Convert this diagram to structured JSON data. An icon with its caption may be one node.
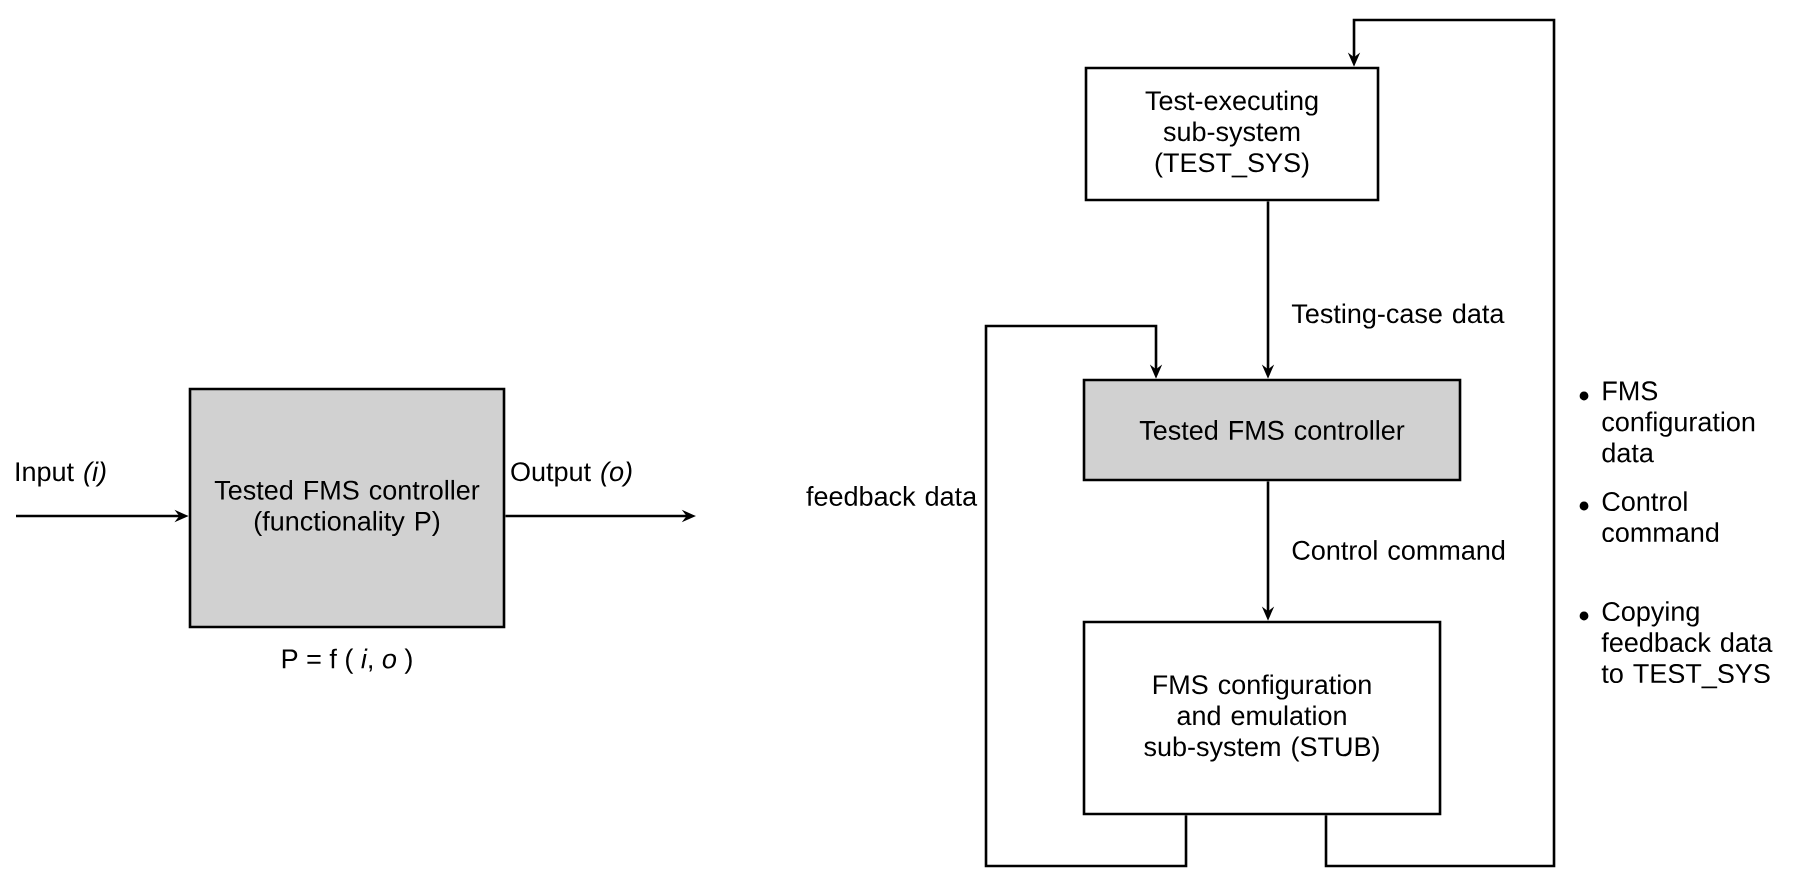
{
  "diagram": {
    "nodes": [
      {
        "text": [
          "Tested FMS controller (functionality P)"
        ],
        "beside": [
          "P = f ( *i*, *o* )"
        ]
      },
      {
        "text": [
          "Test-executing sub-system (TEST_SYS)"
        ]
      },
      {
        "text": [
          "Tested FMS controller"
        ]
      },
      {
        "text": [
          "FMS configuration and emulation sub-system (STUB)"
        ]
      }
    ],
    "edges": [
      {
        "from": null,
        "to": 0,
        "arrow": "to",
        "label": "Input *(i)*"
      },
      {
        "from": 0,
        "to": null,
        "arrow": "to",
        "label": "Output *(o)*"
      },
      {
        "from": 1,
        "to": 2,
        "arrow": "to",
        "label": "Testing-case data"
      },
      {
        "from": 2,
        "to": 3,
        "arrow": "to",
        "label": "Control command"
      },
      {
        "from": 3,
        "to": 2,
        "arrow": "to",
        "label": "feedback data"
      },
      {
        "from": 3,
        "to": 1,
        "arrow": "to"
      }
    ],
    "labels": [
      "FMS configuration data",
      "Control command",
      "Copying feedback data to TEST_SYS"
    ]
  }
}
